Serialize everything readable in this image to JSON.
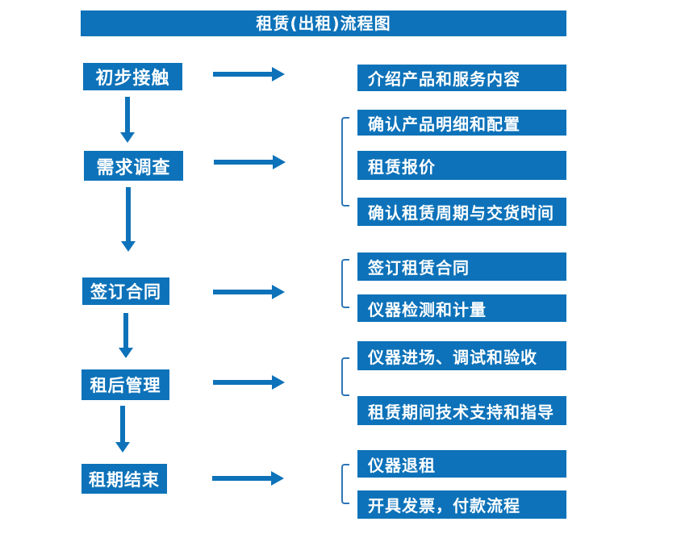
{
  "title": "租赁(出租)流程图",
  "colors": {
    "primary": "#0D72B9",
    "bracket": "#2E75B6",
    "text-on-blue": "#FFFFFF"
  },
  "flow": [
    {
      "step": "初步接触",
      "details": [
        "介绍产品和服务内容"
      ]
    },
    {
      "step": "需求调查",
      "details": [
        "确认产品明细和配置",
        "租赁报价",
        "确认租赁周期与交货时间"
      ]
    },
    {
      "step": "签订合同",
      "details": [
        "签订租赁合同",
        "仪器检测和计量"
      ]
    },
    {
      "step": "租后管理",
      "details": [
        "仪器进场、调试和验收",
        "租赁期间技术支持和指导"
      ]
    },
    {
      "step": "租期结束",
      "details": [
        "仪器退租",
        "开具发票，付款流程"
      ]
    }
  ]
}
